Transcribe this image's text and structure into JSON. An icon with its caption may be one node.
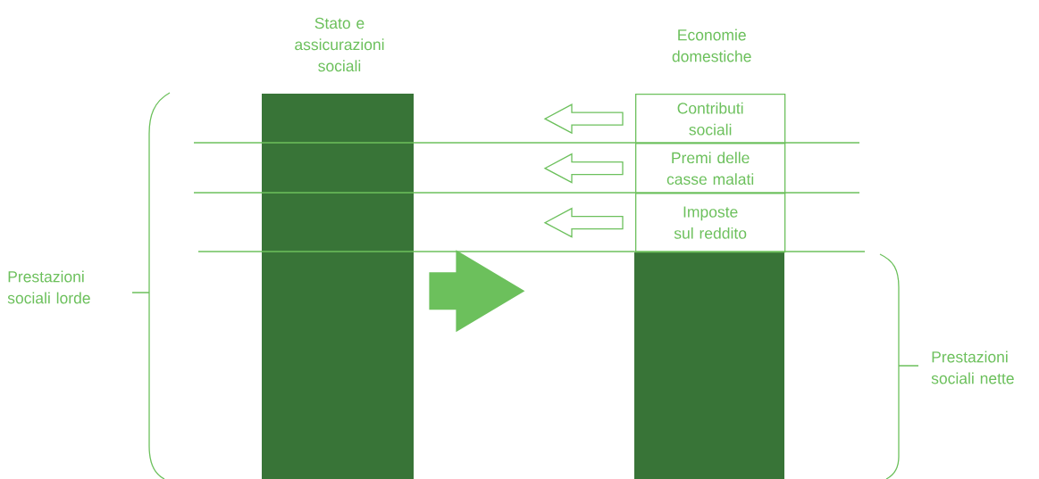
{
  "diagram": {
    "nodes": [
      {
        "text": [
          "Stato e assicurazioni sociali"
        ]
      },
      {
        "text": [],
        "shape": "bar"
      },
      {
        "text": [
          "Contributi sociali"
        ]
      },
      {
        "text": [
          "Premi delle casse malati"
        ]
      },
      {
        "text": [
          "Imposte sul reddito"
        ]
      }
    ],
    "edges": [
      {
        "from": 2,
        "to": null,
        "arrow": "to"
      },
      {
        "from": 3,
        "to": null,
        "arrow": "to"
      },
      {
        "from": 4,
        "to": null,
        "arrow": "to"
      },
      {
        "from": 0,
        "to": null,
        "arrow": "to",
        "style": "thick"
      }
    ],
    "labels": [
      "Economie domestiche",
      "Prestazioni sociali lorde",
      "Prestazioni sociali nette"
    ]
  }
}
